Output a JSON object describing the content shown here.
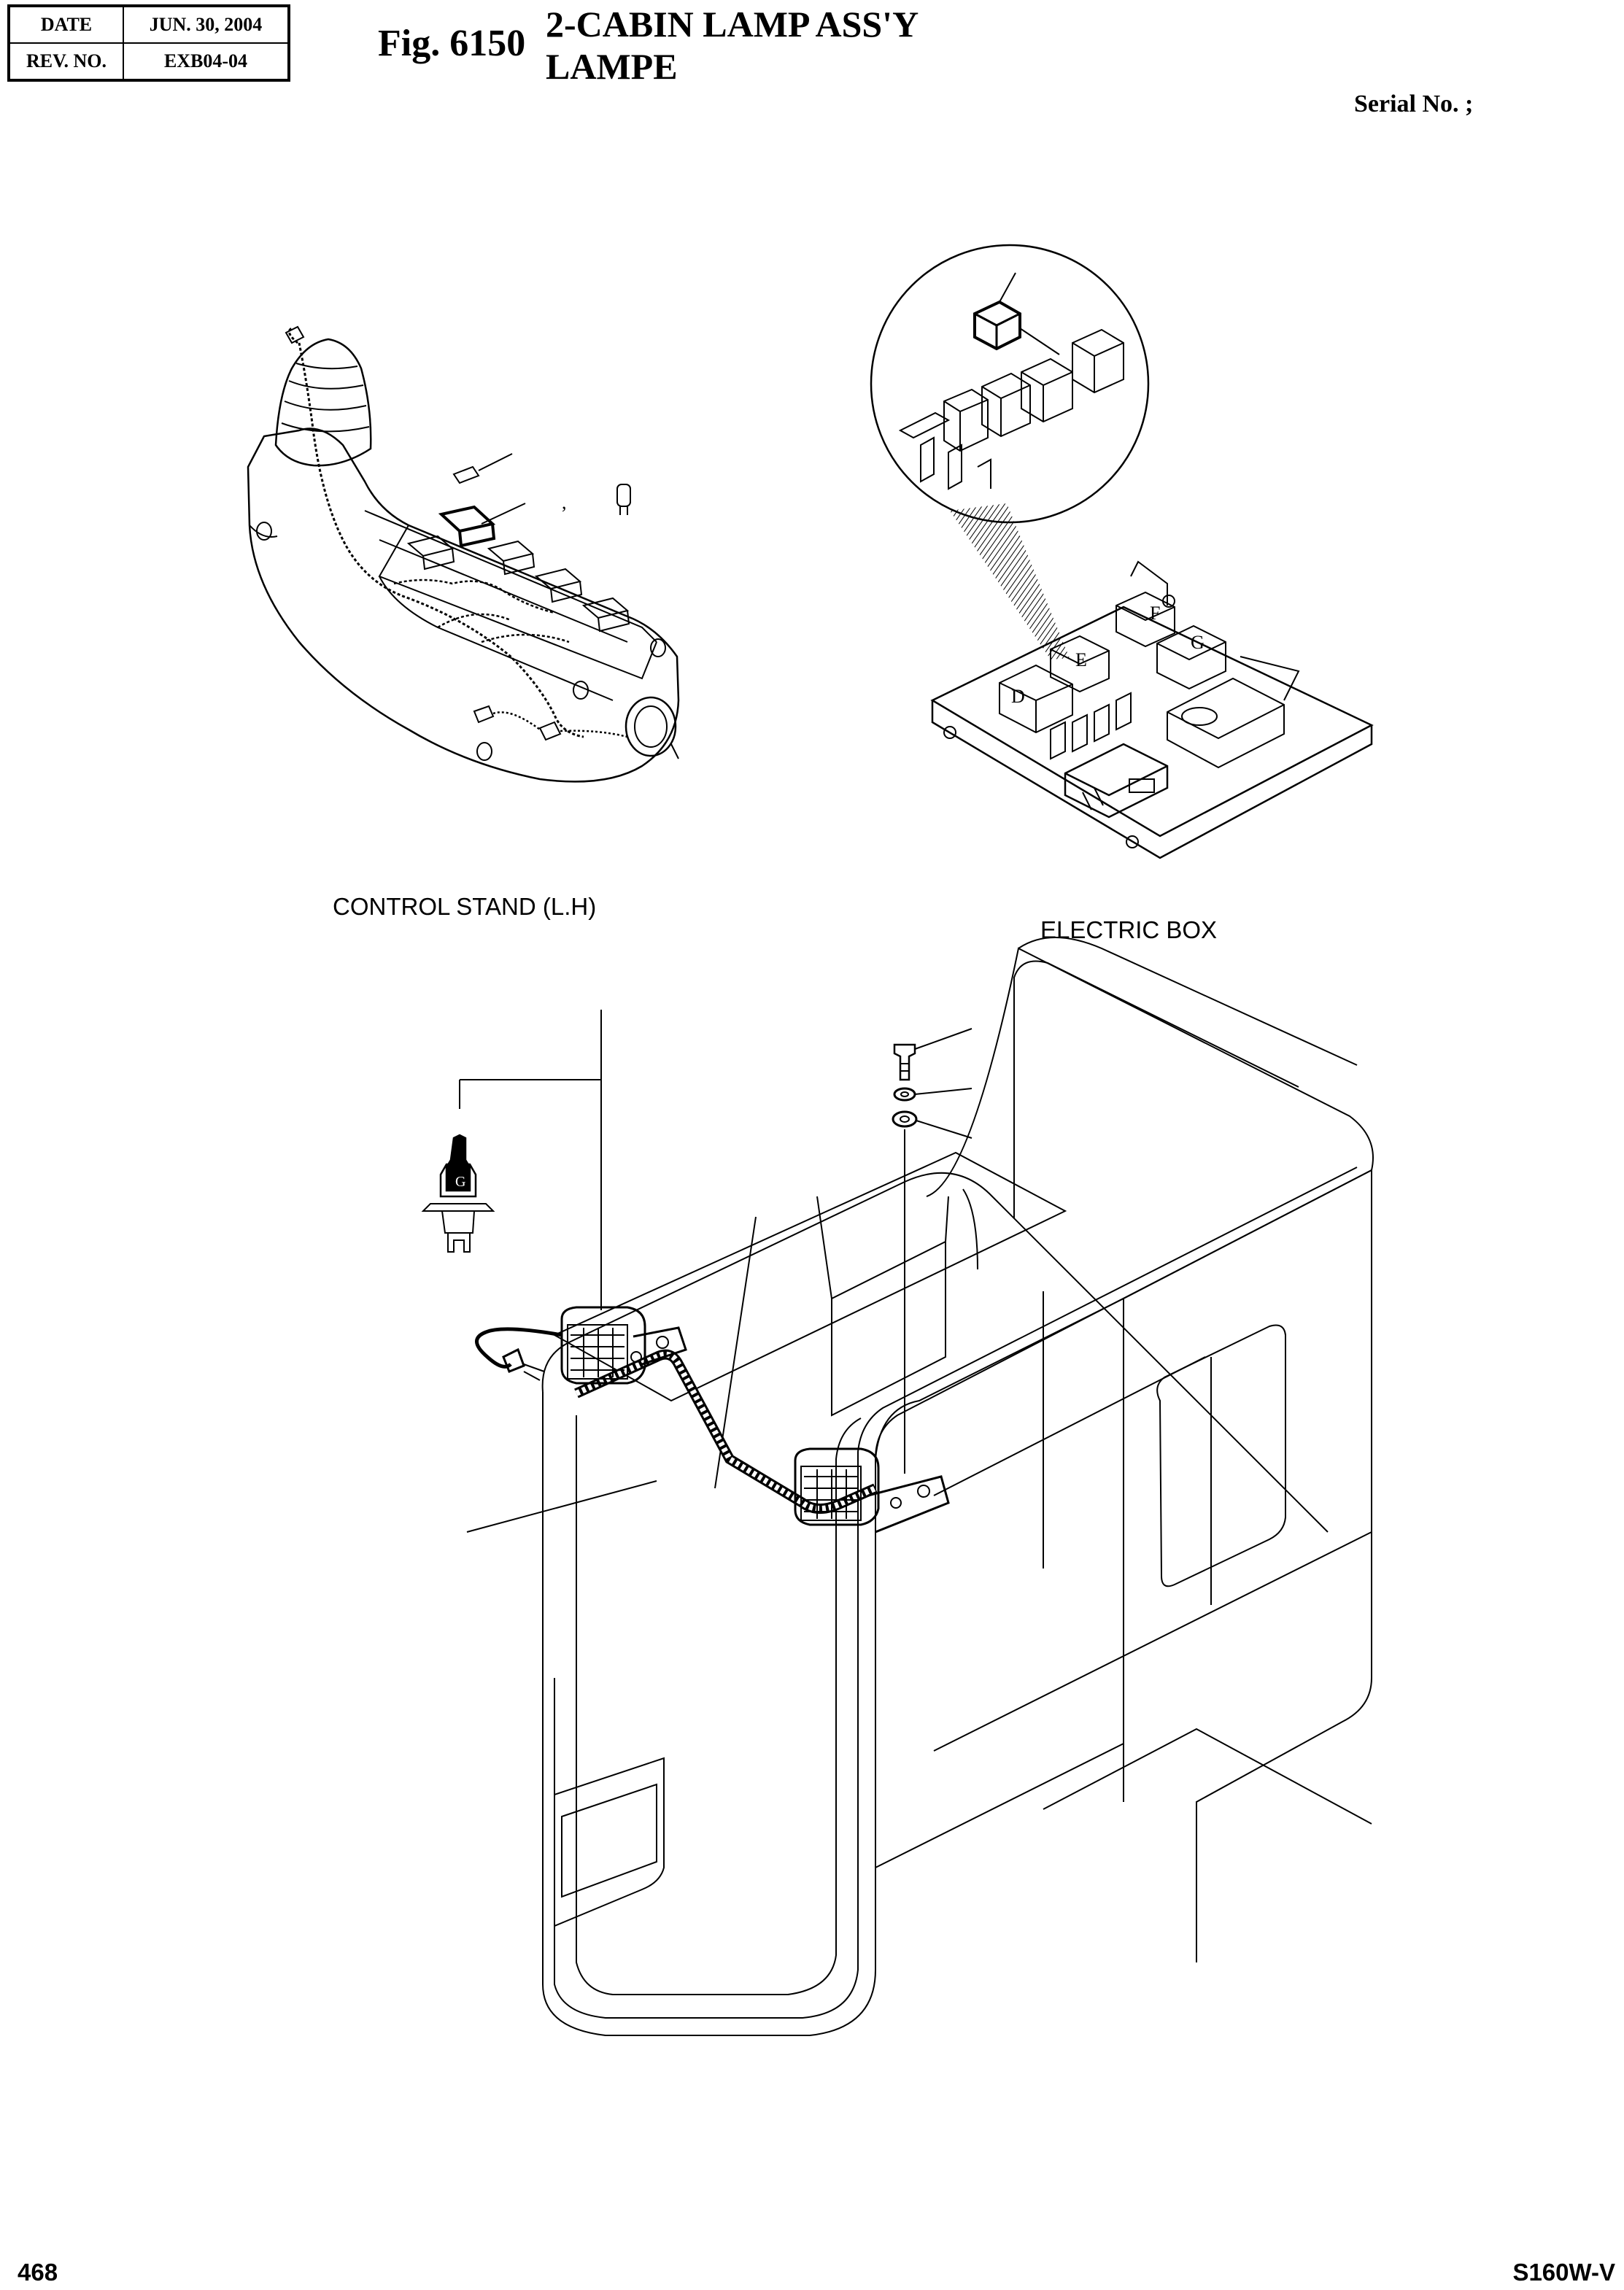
{
  "header": {
    "date_label": "DATE",
    "date_value": "JUN. 30, 2004",
    "rev_label": "REV. NO.",
    "rev_value": "EXB04-04",
    "fig_number": "Fig. 6150",
    "title_line1": "2-CABIN LAMP ASS'Y",
    "title_line2": "LAMPE",
    "serial": "Serial No. ;"
  },
  "views": {
    "control_stand": "CONTROL STAND (L.H)",
    "electric_box": "ELECTRIC BOX"
  },
  "relay_letters": [
    "D",
    "E",
    "F",
    "G"
  ],
  "callout_comma": ",",
  "footer": {
    "page_number": "468",
    "model": "S160W-V"
  }
}
